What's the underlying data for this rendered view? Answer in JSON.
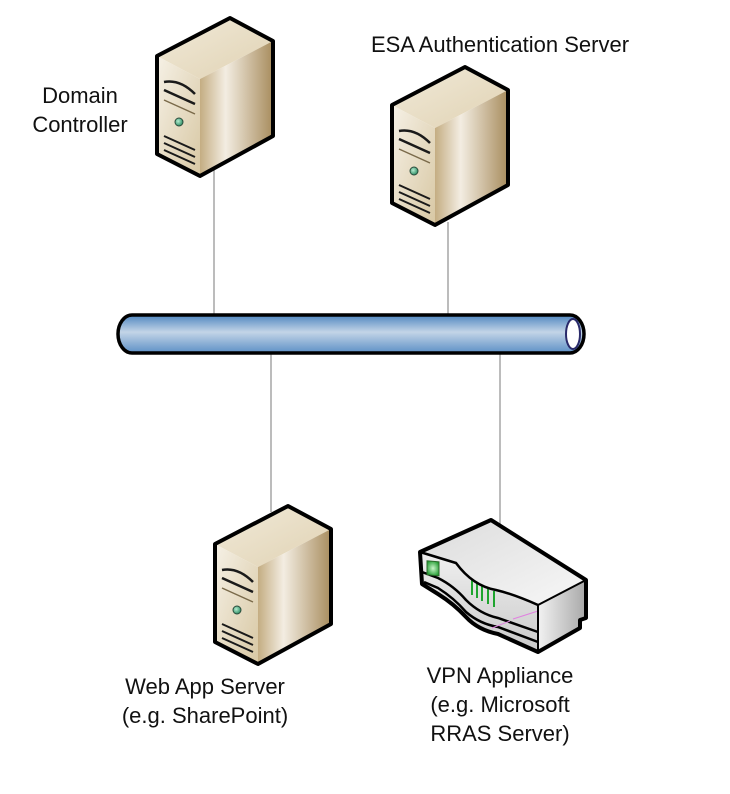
{
  "diagram": {
    "type": "network-topology",
    "bus": {
      "name": "network-bus",
      "color": "#7aa6d2"
    },
    "connector_color": "#a6a6a6",
    "nodes": [
      {
        "id": "domain-controller",
        "kind": "server",
        "label_lines": [
          "Domain",
          "Controller"
        ]
      },
      {
        "id": "esa-auth-server",
        "kind": "server",
        "label_lines": [
          "ESA Authentication Server"
        ]
      },
      {
        "id": "web-app-server",
        "kind": "server",
        "label_lines": [
          "Web App Server",
          "(e.g. SharePoint)"
        ]
      },
      {
        "id": "vpn-appliance",
        "kind": "appliance",
        "label_lines": [
          "VPN Appliance",
          "(e.g. Microsoft",
          "RRAS Server)"
        ]
      }
    ],
    "edges": [
      {
        "from": "domain-controller",
        "to": "network-bus"
      },
      {
        "from": "esa-auth-server",
        "to": "network-bus"
      },
      {
        "from": "web-app-server",
        "to": "network-bus"
      },
      {
        "from": "vpn-appliance",
        "to": "network-bus"
      }
    ]
  }
}
